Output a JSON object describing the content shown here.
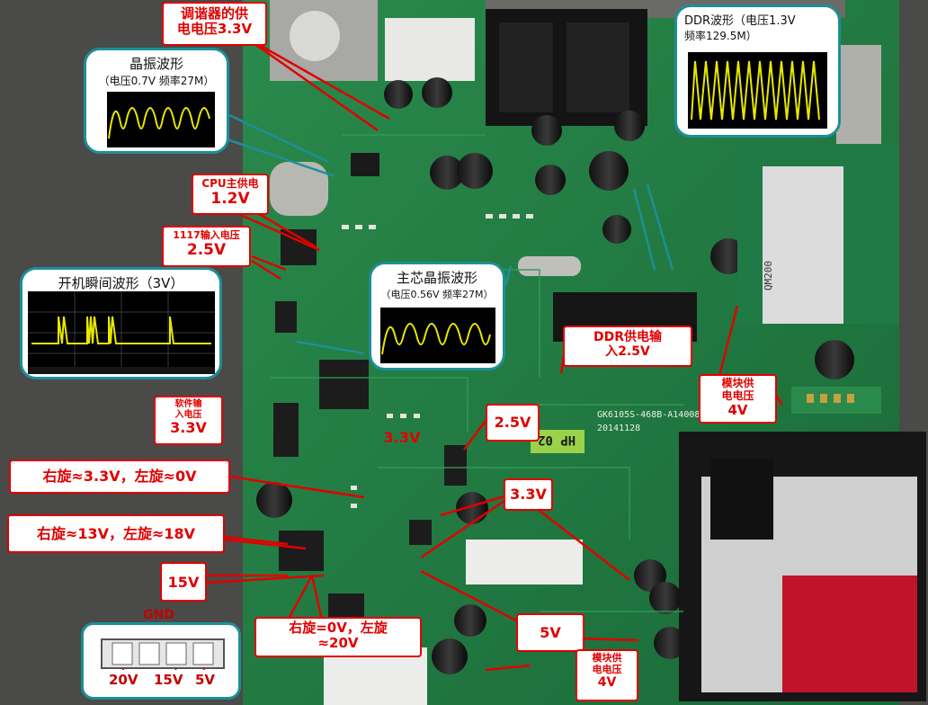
{
  "labels": {
    "tuner_power": {
      "line1": "调谐器的供",
      "line2": "电电压3.3V"
    },
    "cpu_main_power": {
      "line1": "CPU主供电",
      "line2": "1.2V"
    },
    "input_1117": {
      "line1": "1117输入电压",
      "line2": "2.5V"
    },
    "software_input": {
      "line1": "软件输",
      "line2": "入电压",
      "line3": "3.3V"
    },
    "rot_33": "右旋≈3.3V，左旋≈0V",
    "rot_13": "右旋≈13V，左旋≈18V",
    "v15": "15V",
    "v33_a": "3.3V",
    "v25": "2.5V",
    "v33_b": "3.3V",
    "ddr_supply": {
      "line1": "DDR供电输",
      "line2": "入2.5V"
    },
    "module_supply_a": {
      "line1": "模块供",
      "line2": "电电压",
      "line3": "4V"
    },
    "rot_0": {
      "line1": "右旋=0V，左旋",
      "line2": "≈20V"
    },
    "v5": "5V",
    "module_supply_b": {
      "line1": "模块供",
      "line2": "电电压",
      "line3": "4V"
    }
  },
  "bubbles": {
    "crystal": {
      "title": "晶振波形",
      "subtitle": "（电压0.7V 频率27M）"
    },
    "ddr": {
      "title": "DDR波形（电压1.3V",
      "subtitle": "频率129.5M）"
    },
    "main_crystal": {
      "title": "主芯晶振波形",
      "subtitle": "（电压0.56V 频率27M）"
    },
    "boot": {
      "title": "开机瞬间波形（3V）"
    }
  },
  "connector": {
    "top_label": "GND",
    "pins": [
      "20V",
      "15V",
      "5V"
    ]
  },
  "silkscreen": {
    "board_id": "GK6105S-468B-A14008",
    "date": "20141128",
    "sticker": "HP 02",
    "module_id": "QM200"
  },
  "colors": {
    "board": "#1e6b3d",
    "accent": "#e00000",
    "bubble_border": "#1d8f97",
    "trace": "#e8e800"
  }
}
